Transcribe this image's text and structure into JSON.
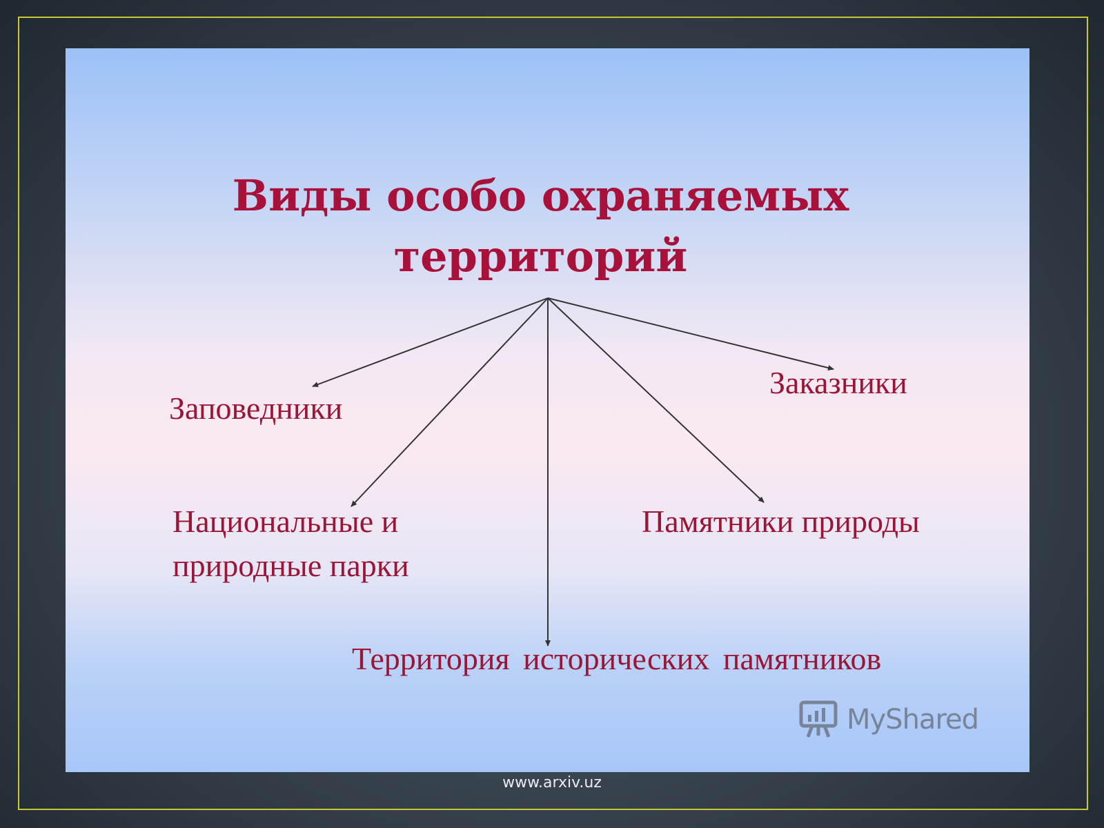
{
  "title": {
    "line1": "Виды особо охраняемых",
    "line2": "территорий"
  },
  "categories": [
    "Заповедники",
    "Заказники",
    "Национальные и",
    "природные парки",
    "Памятники природы",
    "Территория исторических памятников"
  ],
  "watermark": {
    "text": "MyShared",
    "icon": "presentation-board-icon"
  },
  "footer": {
    "url": "www.arxiv.uz"
  },
  "colors": {
    "title": "#a8123a",
    "labels": "#9a1636",
    "frame_border": "#c8c832",
    "arrows": "#333333"
  }
}
